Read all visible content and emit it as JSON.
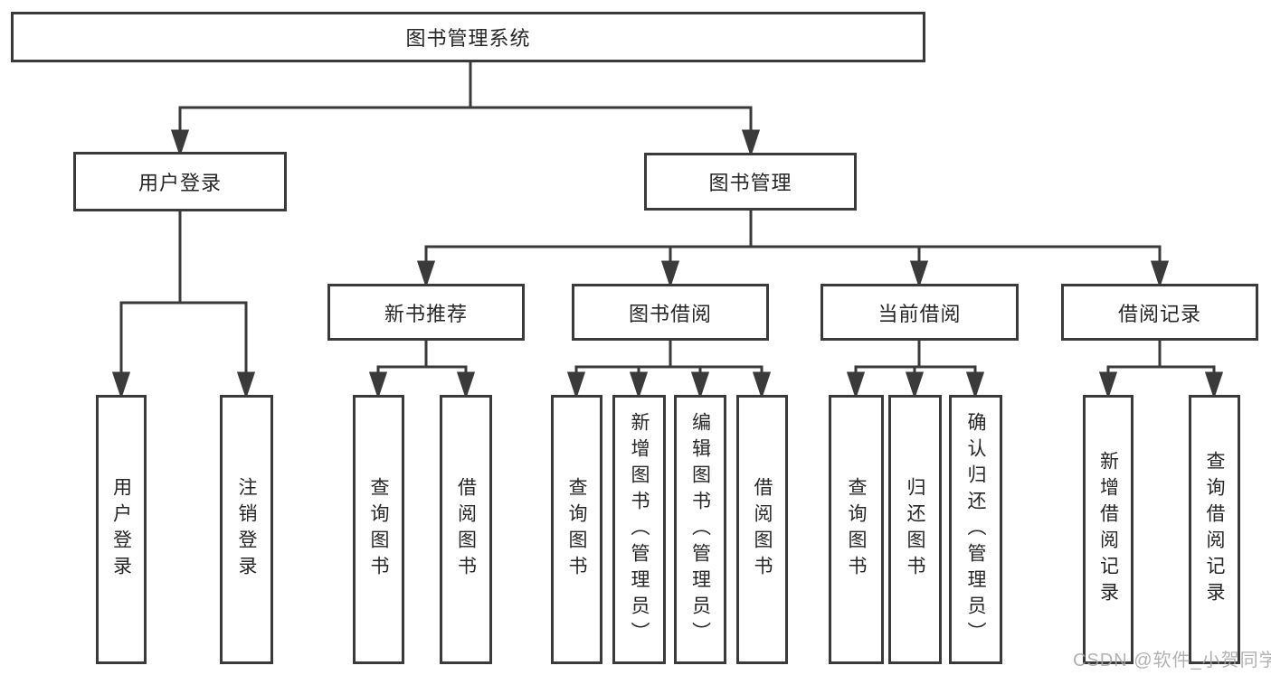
{
  "diagram": {
    "type": "hierarchy-tree",
    "watermark": "CSDN @软件_小贺同学",
    "colors": {
      "line": "#3a3a3a",
      "box_border": "#3a3a3a",
      "text": "#262626",
      "background": "#ffffff",
      "watermark": "#a4a4a4"
    },
    "tree": {
      "label": "图书管理系统",
      "children": [
        {
          "label": "用户登录",
          "children": [
            {
              "label": "用户登录"
            },
            {
              "label": "注销登录"
            }
          ]
        },
        {
          "label": "图书管理",
          "children": [
            {
              "label": "新书推荐",
              "children": [
                {
                  "label": "查询图书"
                },
                {
                  "label": "借阅图书"
                }
              ]
            },
            {
              "label": "图书借阅",
              "children": [
                {
                  "label": "查询图书"
                },
                {
                  "label": "新增图书（管理员）"
                },
                {
                  "label": "编辑图书（管理员）"
                },
                {
                  "label": "借阅图书"
                }
              ]
            },
            {
              "label": "当前借阅",
              "children": [
                {
                  "label": "查询图书"
                },
                {
                  "label": "归还图书"
                },
                {
                  "label": "确认归还（管理员）"
                }
              ]
            },
            {
              "label": "借阅记录",
              "children": [
                {
                  "label": "新增借阅记录"
                },
                {
                  "label": "查询借阅记录"
                }
              ]
            }
          ]
        }
      ]
    }
  }
}
